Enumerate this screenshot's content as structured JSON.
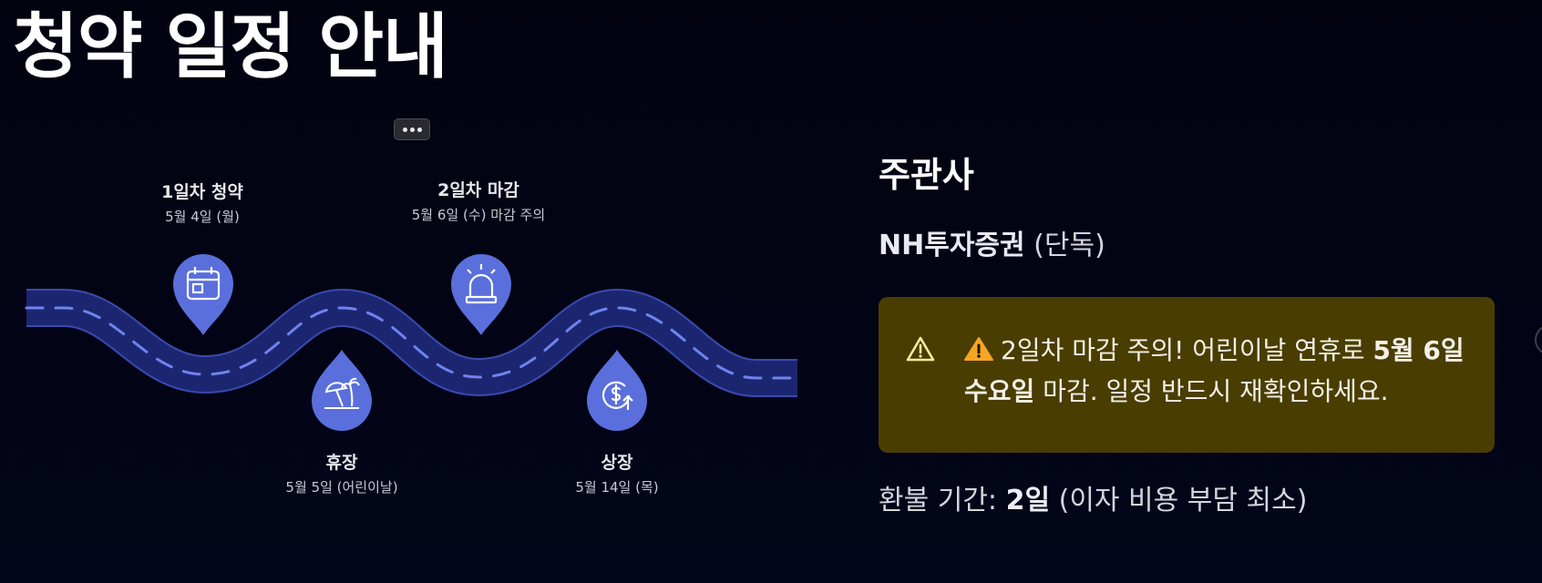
{
  "page": {
    "title": "청약 일정 안내"
  },
  "timeline": {
    "milestones": [
      {
        "title": "1일차 청약",
        "date": "5월 4일 (월)",
        "icon": "calendar-icon"
      },
      {
        "title": "휴장",
        "date": "5월 5일 (어린이날)",
        "icon": "beach-icon"
      },
      {
        "title": "2일차 마감",
        "date": "5월 6일 (수) 마감 주의",
        "icon": "siren-icon"
      },
      {
        "title": "상장",
        "date": "5월 14일 (목)",
        "icon": "dollar-up-icon"
      }
    ]
  },
  "sidebar": {
    "heading": "주관사",
    "underwriter_name": "NH투자증권",
    "underwriter_note": "(단독)",
    "warning": {
      "text_before": "2일차 마감 주의! 어린이날 연휴로 ",
      "text_bold": "5월 6일 수요일",
      "text_after": " 마감. 일정 반드시 재확인하세요."
    },
    "refund": {
      "label": "환불 기간: ",
      "value": "2일",
      "note": " (이자 비용 부담 최소)"
    }
  },
  "colors": {
    "road": "#1c2670",
    "road_edge": "#3a4ab0",
    "road_dash": "#6f83ee",
    "pin": "#5a6fdc",
    "warning_bg": "#4a3d02"
  }
}
